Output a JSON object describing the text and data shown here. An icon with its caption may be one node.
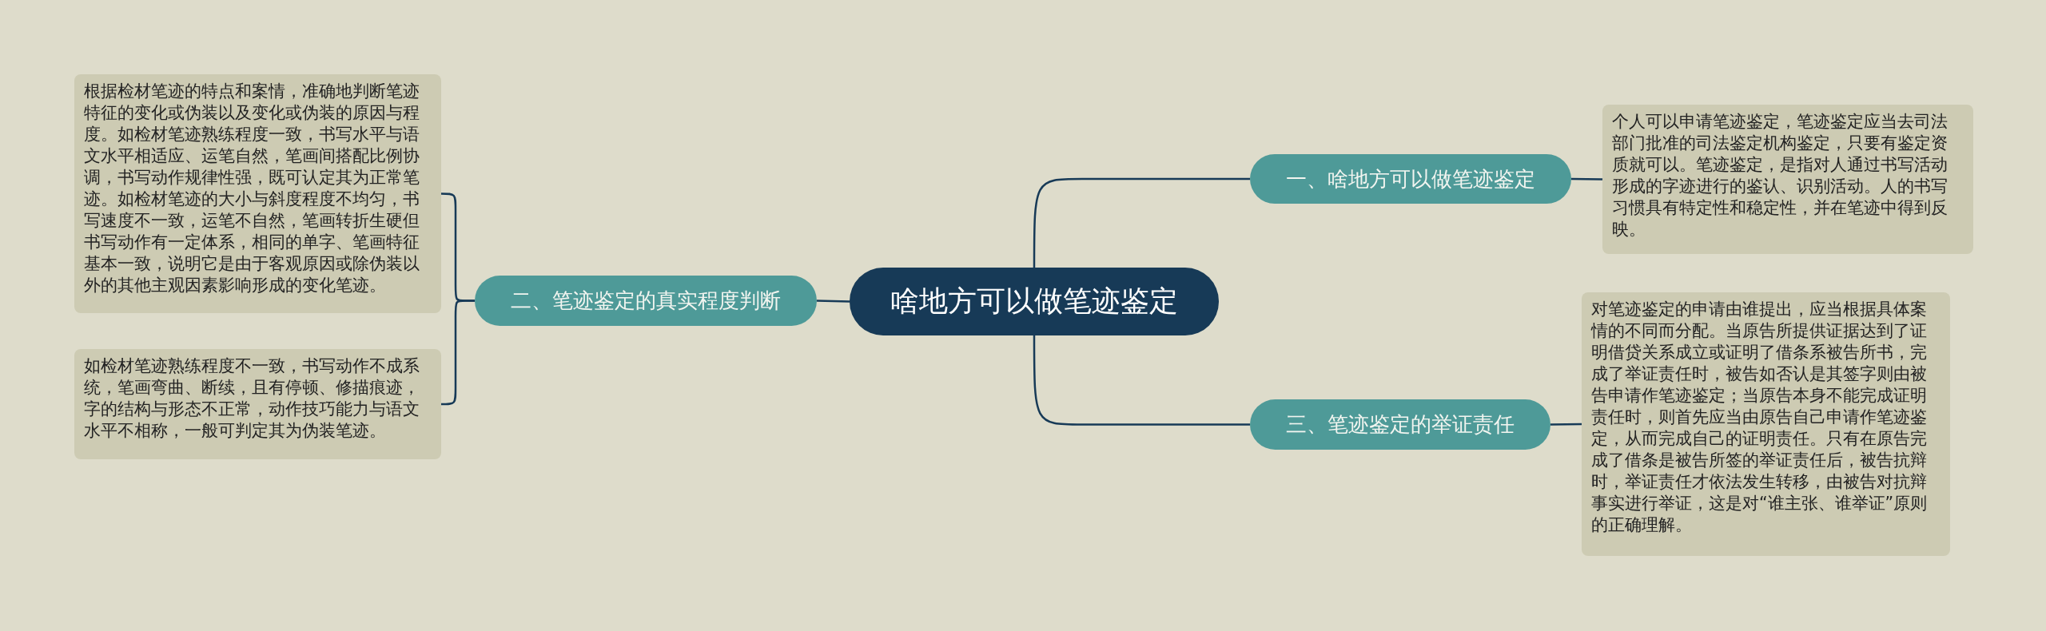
{
  "diagram": {
    "nodes": [
      {
        "text": [
          "啥地方可以做笔迹鉴定"
        ]
      },
      {
        "text": [
          "一、啥地方可以做笔迹鉴定"
        ]
      },
      {
        "text": [
          "个人可以申请笔迹鉴定，笔迹鉴定应当去司法部门批准的司法鉴定机构鉴定，只要有鉴定资质就可以。笔迹鉴定，是指对人通过书写活动形成的字迹进行的鉴认、识别活动。人的书写习惯具有特定性和稳定性，并在笔迹中得到反映。"
        ]
      },
      {
        "text": [
          "二、笔迹鉴定的真实程度判断"
        ]
      },
      {
        "text": [
          "根据检材笔迹的特点和案情，准确地判断笔迹特征的变化或伪装以及变化或伪装的原因与程度。如检材笔迹熟练程度一致，书写水平与语文水平相适应、运笔自然，笔画间搭配比例协调，书写动作规律性强，既可认定其为正常笔迹。如检材笔迹的大小与斜度程度不均匀，书写速度不一致，运笔不自然，笔画转折生硬但书写动作有一定体系，相同的单字、笔画特征基本一致，说明它是由于客观原因或除伪装以外的其他主观因素影响形成的变化笔迹。"
        ]
      },
      {
        "text": [
          "如检材笔迹熟练程度不一致，书写动作不成系统，笔画弯曲、断续，且有停顿、修描痕迹，字的结构与形态不正常，动作技巧能力与语文水平不相称，一般可判定其为伪装笔迹。"
        ]
      },
      {
        "text": [
          "三、笔迹鉴定的举证责任"
        ]
      },
      {
        "text": [
          "对笔迹鉴定的申请由谁提出，应当根据具体案情的不同而分配。当原告所提供证据达到了证明借贷关系成立或证明了借条系被告所书，完成了举证责任时，被告如否认是其签字则由被告申请作笔迹鉴定；当原告本身不能完成证明责任时，则首先应当由原告自己申请作笔迹鉴定，从而完成自己的证明责任。只有在原告完成了借条是被告所签的举证责任后，被告抗辩时，举证责任才依法发生转移，由被告对抗辩事实进行举证，这是对“谁主张、谁举证”原则的正确理解。"
        ]
      }
    ],
    "edges": [
      {
        "from": 0,
        "to": 1,
        "arrow": "none"
      },
      {
        "from": 1,
        "to": 2,
        "arrow": "none"
      },
      {
        "from": 0,
        "to": 3,
        "arrow": "none"
      },
      {
        "from": 3,
        "to": 4,
        "arrow": "none"
      },
      {
        "from": 3,
        "to": 5,
        "arrow": "none"
      },
      {
        "from": 0,
        "to": 6,
        "arrow": "none"
      },
      {
        "from": 6,
        "to": 7,
        "arrow": "none"
      }
    ]
  }
}
